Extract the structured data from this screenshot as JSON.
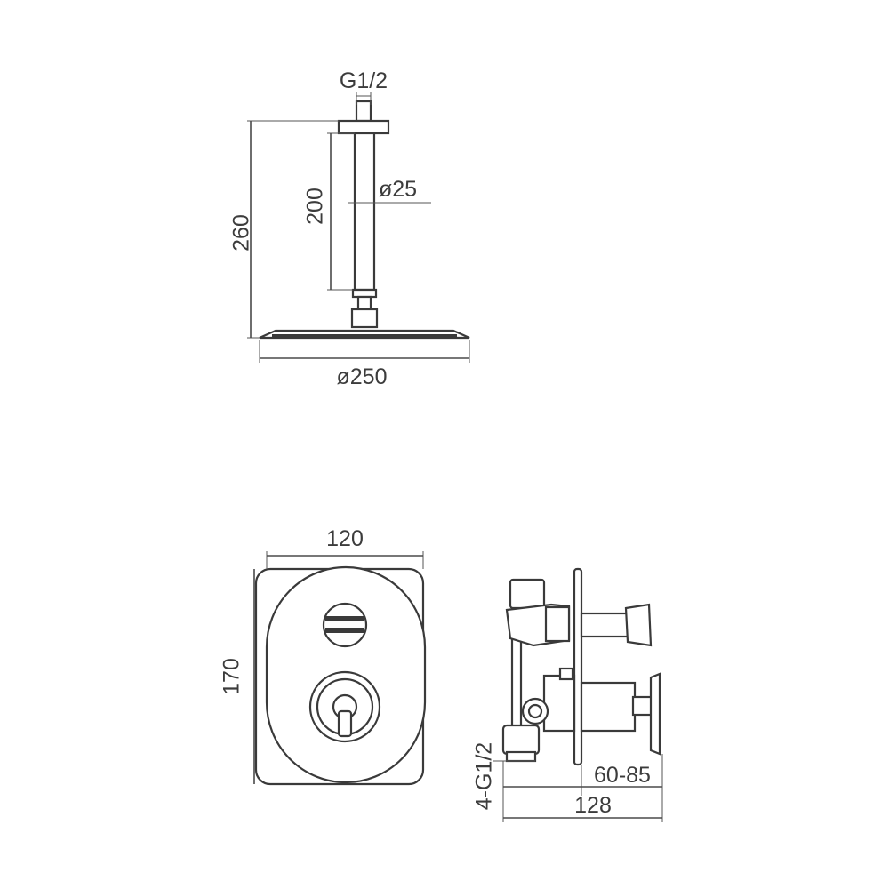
{
  "dimensions": {
    "inlet_thread": "G1/2",
    "arm_length": "200",
    "arm_diameter": "ø25",
    "total_height": "260",
    "head_diameter": "ø250",
    "plate_width": "120",
    "plate_height": "170",
    "connections": "4-G1/2",
    "install_depth": "60-85",
    "total_depth": "128"
  },
  "colors": {
    "line": "#4a4a4a",
    "background": "#ffffff"
  }
}
